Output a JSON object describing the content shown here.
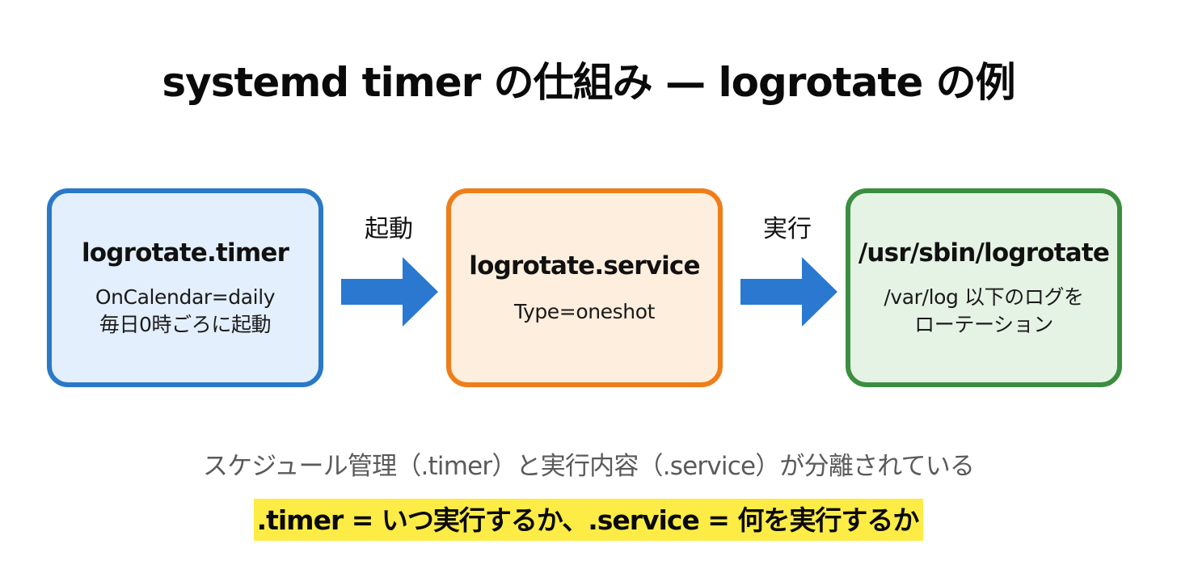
{
  "title": "systemd timer の仕組み — logrotate の例",
  "boxes": [
    {
      "id": "timer",
      "title": "logrotate.timer",
      "description": "OnCalendar=daily\n毎日0時ごろに起動",
      "border_color": "#2a78c8",
      "fill_color": "#e3effc"
    },
    {
      "id": "service",
      "title": "logrotate.service",
      "description": "Type=oneshot",
      "border_color": "#ee7d1a",
      "fill_color": "#fdeedd"
    },
    {
      "id": "exec",
      "title": "/usr/sbin/logrotate",
      "description": "/var/log 以下のログを\nローテーション",
      "border_color": "#3b8e3f",
      "fill_color": "#e5f3e4"
    }
  ],
  "arrows": [
    {
      "label": "起動",
      "icon": "arrow-right-icon",
      "color": "#2a78d0"
    },
    {
      "label": "実行",
      "icon": "arrow-right-icon",
      "color": "#2a78d0"
    }
  ],
  "subtitle": "スケジュール管理（.timer）と実行内容（.service）が分離されている",
  "highlight": {
    "text": ".timer = いつ実行するか、.service = 何を実行するか",
    "background_color": "#fdec45"
  }
}
